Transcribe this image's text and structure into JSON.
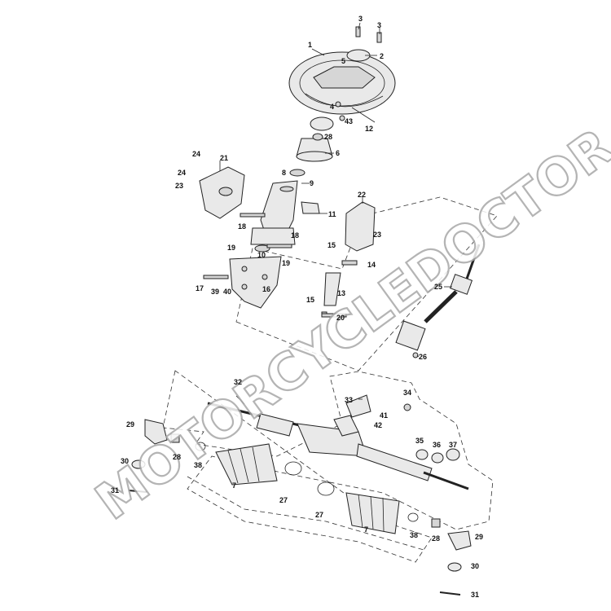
{
  "watermark": "MOTORCYCLEDOCTOR",
  "callouts": [
    {
      "id": "c1",
      "text": "1"
    },
    {
      "id": "c2",
      "text": "2"
    },
    {
      "id": "c3a",
      "text": "3"
    },
    {
      "id": "c3b",
      "text": "3"
    },
    {
      "id": "c4",
      "text": "4"
    },
    {
      "id": "c5",
      "text": "5"
    },
    {
      "id": "c6",
      "text": "6"
    },
    {
      "id": "c7a",
      "text": "7"
    },
    {
      "id": "c7b",
      "text": "7"
    },
    {
      "id": "c8",
      "text": "8"
    },
    {
      "id": "c9",
      "text": "9"
    },
    {
      "id": "c10",
      "text": "10"
    },
    {
      "id": "c11",
      "text": "11"
    },
    {
      "id": "c12",
      "text": "12"
    },
    {
      "id": "c13",
      "text": "13"
    },
    {
      "id": "c14",
      "text": "14"
    },
    {
      "id": "c15a",
      "text": "15"
    },
    {
      "id": "c15b",
      "text": "15"
    },
    {
      "id": "c16",
      "text": "16"
    },
    {
      "id": "c17",
      "text": "17"
    },
    {
      "id": "c18a",
      "text": "18"
    },
    {
      "id": "c18b",
      "text": "18"
    },
    {
      "id": "c19a",
      "text": "19"
    },
    {
      "id": "c19b",
      "text": "19"
    },
    {
      "id": "c20",
      "text": "20"
    },
    {
      "id": "c21",
      "text": "21"
    },
    {
      "id": "c22",
      "text": "22"
    },
    {
      "id": "c23a",
      "text": "23"
    },
    {
      "id": "c23b",
      "text": "23"
    },
    {
      "id": "c24a",
      "text": "24"
    },
    {
      "id": "c24b",
      "text": "24"
    },
    {
      "id": "c25",
      "text": "25"
    },
    {
      "id": "c26",
      "text": "26"
    },
    {
      "id": "c27a",
      "text": "27"
    },
    {
      "id": "c27b",
      "text": "27"
    },
    {
      "id": "c28a",
      "text": "28"
    },
    {
      "id": "c28b",
      "text": "28"
    },
    {
      "id": "c28c",
      "text": "28"
    },
    {
      "id": "c29a",
      "text": "29"
    },
    {
      "id": "c29b",
      "text": "29"
    },
    {
      "id": "c30a",
      "text": "30"
    },
    {
      "id": "c30b",
      "text": "30"
    },
    {
      "id": "c31a",
      "text": "31"
    },
    {
      "id": "c31b",
      "text": "31"
    },
    {
      "id": "c32",
      "text": "32"
    },
    {
      "id": "c33",
      "text": "33"
    },
    {
      "id": "c34",
      "text": "34"
    },
    {
      "id": "c35",
      "text": "35"
    },
    {
      "id": "c36",
      "text": "36"
    },
    {
      "id": "c37",
      "text": "37"
    },
    {
      "id": "c38a",
      "text": "38"
    },
    {
      "id": "c38b",
      "text": "38"
    },
    {
      "id": "c39",
      "text": "39"
    },
    {
      "id": "c40",
      "text": "40"
    },
    {
      "id": "c41",
      "text": "41"
    },
    {
      "id": "c42",
      "text": "42"
    },
    {
      "id": "c43",
      "text": "43"
    }
  ]
}
